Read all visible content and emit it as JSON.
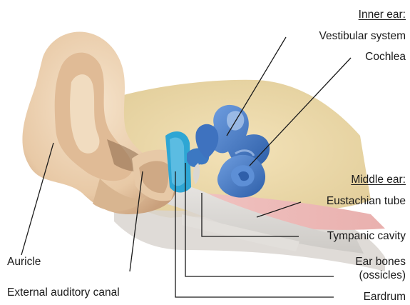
{
  "labels": {
    "inner_ear": "Inner ear:",
    "vestibular_system": "Vestibular system",
    "cochlea": "Cochlea",
    "middle_ear": "Middle ear:",
    "eustachian_tube": "Eustachian tube",
    "tympanic_cavity": "Tympanic cavity",
    "ear_bones_line1": "Ear bones",
    "ear_bones_line2": "(ossicles)",
    "eardrum": "Eardrum",
    "auricle": "Auricle",
    "external_auditory_canal": "External auditory canal"
  },
  "colors": {
    "skin": "#ecd2b2",
    "bone": "#ead7a8",
    "inner_ear_blue": "#4a7fc8",
    "eardrum_cyan": "#2ea6d4",
    "tube_pink": "#e5a9a8"
  }
}
